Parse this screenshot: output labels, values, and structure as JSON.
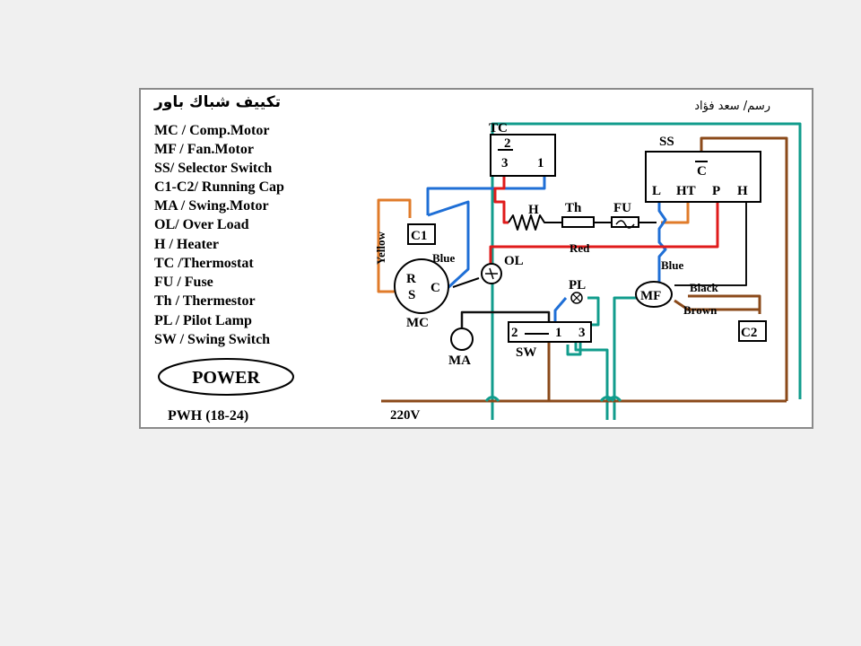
{
  "title": "تكييف شباك باور",
  "credit": "رسم/ سعد فؤاد",
  "legend": [
    "MC / Comp.Motor",
    "MF / Fan.Motor",
    "SS/ Selector Switch",
    "C1-C2/ Running Cap",
    "MA / Swing.Motor",
    "OL/ Over Load",
    "H / Heater",
    "TC /Thermostat",
    "FU / Fuse",
    "Th / Thermestor",
    "PL / Pilot Lamp",
    "SW / Swing Switch"
  ],
  "brand": "POWER",
  "model": "PWH (18-24)",
  "components": {
    "tc": "TC",
    "tc_2": "2",
    "tc_3": "3",
    "tc_1": "1",
    "ss": "SS",
    "ss_c": "C",
    "ss_l": "L",
    "ss_ht": "HT",
    "ss_p": "P",
    "ss_h": "H",
    "heater": "H",
    "thermistor": "Th",
    "fuse": "FU",
    "c1": "C1",
    "c2": "C2",
    "ol": "OL",
    "mc": "MC",
    "mc_r": "R",
    "mc_s": "S",
    "mc_c": "C",
    "pl": "PL",
    "mf": "MF",
    "ma": "MA",
    "sw": "SW",
    "sw_2": "2",
    "sw_1": "1",
    "sw_3": "3",
    "supply": "220V"
  },
  "wire_labels": {
    "yellow": "Yellow",
    "blue_c1": "Blue",
    "red": "Red",
    "blue_ss": "Blue",
    "black": "Black",
    "brown": "Brown"
  },
  "colors": {
    "blue": "#1f6fd6",
    "teal": "#119c8c",
    "red": "#e01b1b",
    "brown": "#8b4a1a",
    "orange": "#e07b2a",
    "black": "#111111"
  }
}
